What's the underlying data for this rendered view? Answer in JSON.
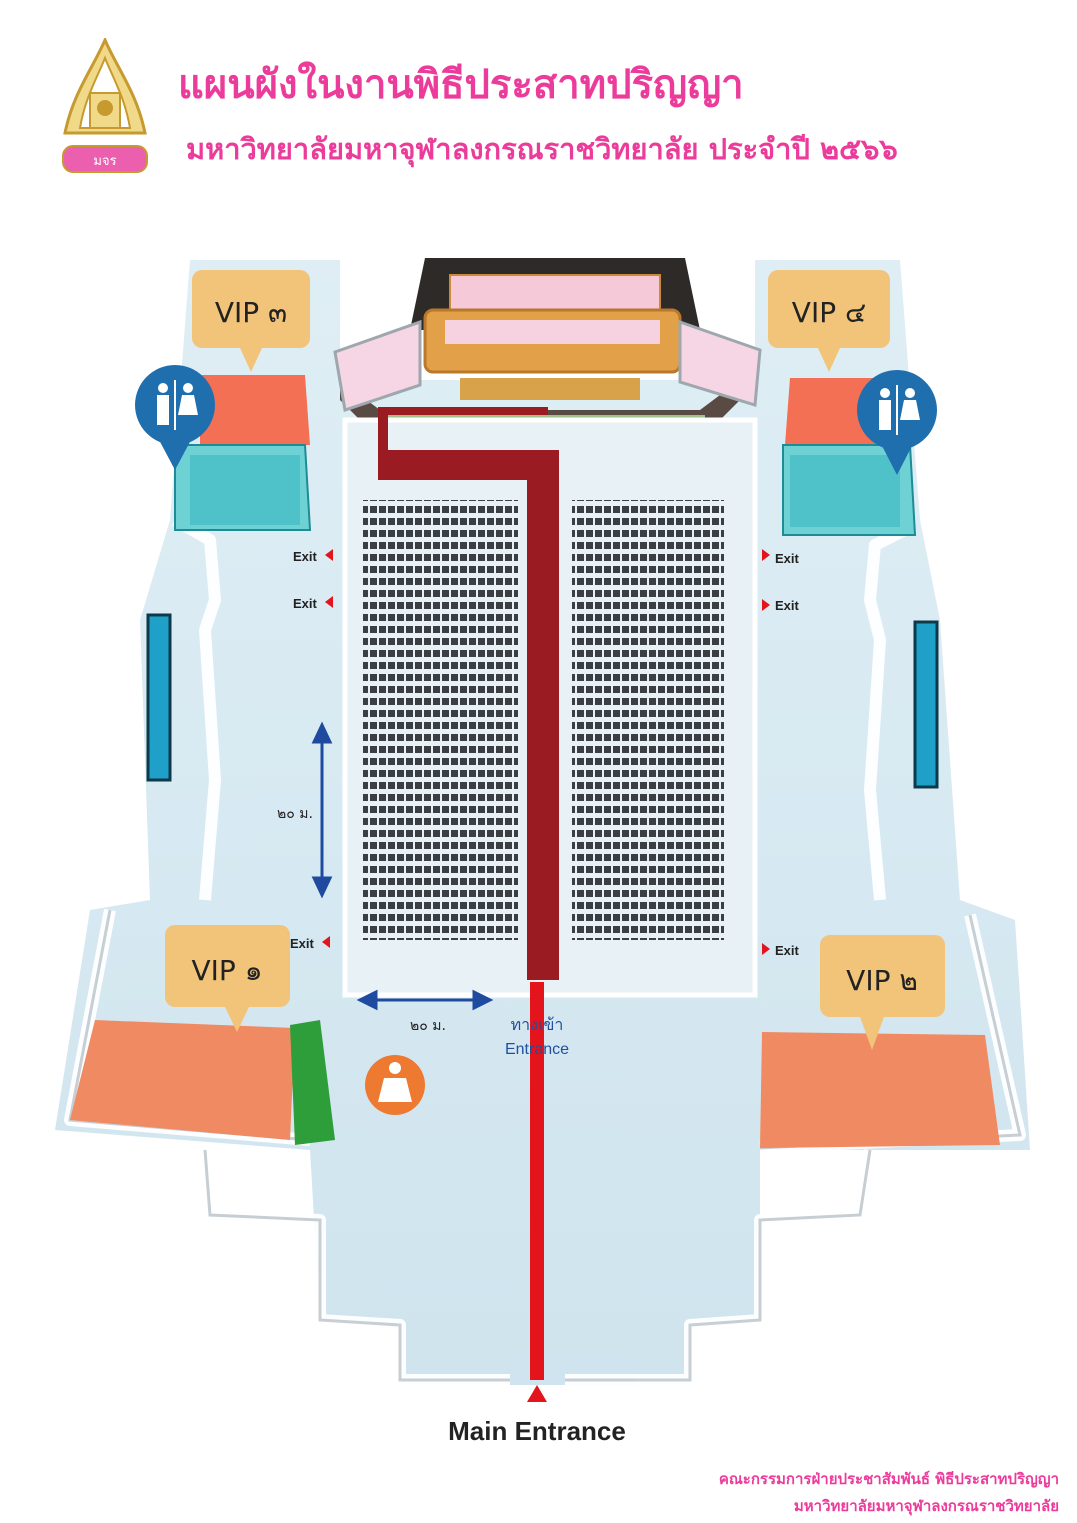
{
  "header": {
    "title": "แผนผังในงานพิธีประสาทปริญญา",
    "subtitle": "มหาวิทยาลัยมหาจุฬาลงกรณราชวิทยาลัย ประจำปี ๒๕๖๖",
    "logo_text": "มจร"
  },
  "map": {
    "vip_rooms": [
      {
        "id": "vip-1",
        "label": "VIP ๑"
      },
      {
        "id": "vip-2",
        "label": "VIP ๒"
      },
      {
        "id": "vip-3",
        "label": "VIP ๓"
      },
      {
        "id": "vip-4",
        "label": "VIP ๔"
      }
    ],
    "exit_label": "Exit",
    "dimension_vertical": "๒๐ ม.",
    "dimension_horizontal": "๒๐ ม.",
    "entrance_thai": "ทางเข้า",
    "entrance_en": "Entrance",
    "main_entrance": "Main Entrance",
    "icons": [
      "restroom-icon",
      "buddha-icon",
      "podium-icon"
    ]
  },
  "footer": {
    "line1": "คณะกรรมการฝ่ายประชาสัมพันธ์ พิธีประสาทปริญญา",
    "line2": "มหาวิทยาลัยมหาจุฬาลงกรณราชวิทยาลัย"
  },
  "colors": {
    "title_pink": "#ec3c9b",
    "carpet_dark": "#9a1b22",
    "carpet_red": "#e4141d",
    "vip_tag": "#f2c47a",
    "vip_room": "#f08a62",
    "restroom": "#1f6fae",
    "floor": "#d7e9f1"
  }
}
